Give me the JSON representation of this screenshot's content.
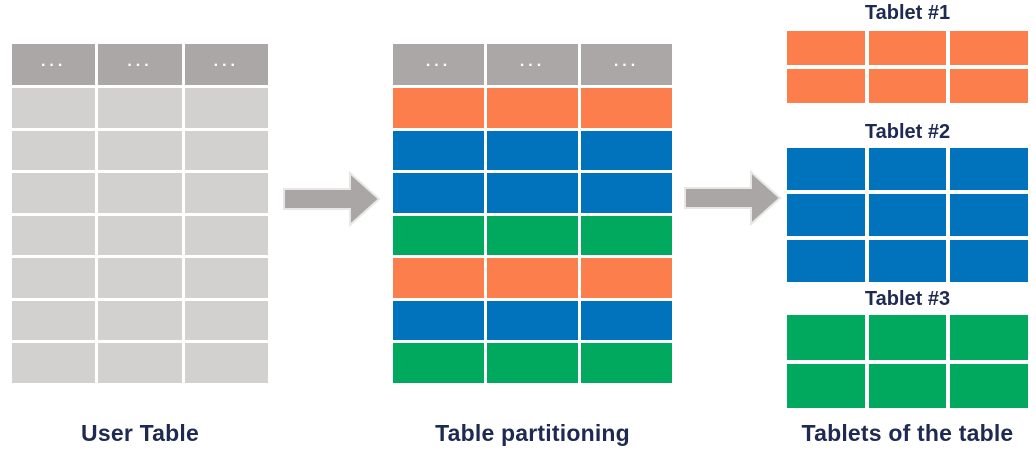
{
  "colors": {
    "header_gray": "#ABA7A6",
    "row_gray": "#D2D1D0",
    "orange": "#FC7E4C",
    "blue": "#0073BC",
    "green": "#00A95D",
    "arrow_gray": "#AAA6A5",
    "arrow_outline": "#E9E7E6",
    "label_navy": "#1F2A52",
    "background": "#FFFFFF"
  },
  "user_table": {
    "label": "User Table",
    "header_cells": [
      "...",
      "...",
      "..."
    ],
    "columns": 3,
    "rows": 7,
    "row_color": "row_gray"
  },
  "partitioned_table": {
    "label": "Table partitioning",
    "header_cells": [
      "...",
      "...",
      "..."
    ],
    "columns": 3,
    "row_colors": [
      "orange",
      "blue",
      "blue",
      "green",
      "orange",
      "blue",
      "green"
    ]
  },
  "tablets": {
    "label": "Tablets of the table",
    "items": [
      {
        "title": "Tablet #1",
        "color": "orange",
        "rows": 2,
        "columns": 3
      },
      {
        "title": "Tablet #2",
        "color": "blue",
        "rows": 3,
        "columns": 3
      },
      {
        "title": "Tablet #3",
        "color": "green",
        "rows": 2,
        "columns": 3
      }
    ]
  },
  "arrows": [
    {
      "name": "arrow-user-to-partition",
      "direction": "right"
    },
    {
      "name": "arrow-partition-to-tablets",
      "direction": "right"
    }
  ]
}
